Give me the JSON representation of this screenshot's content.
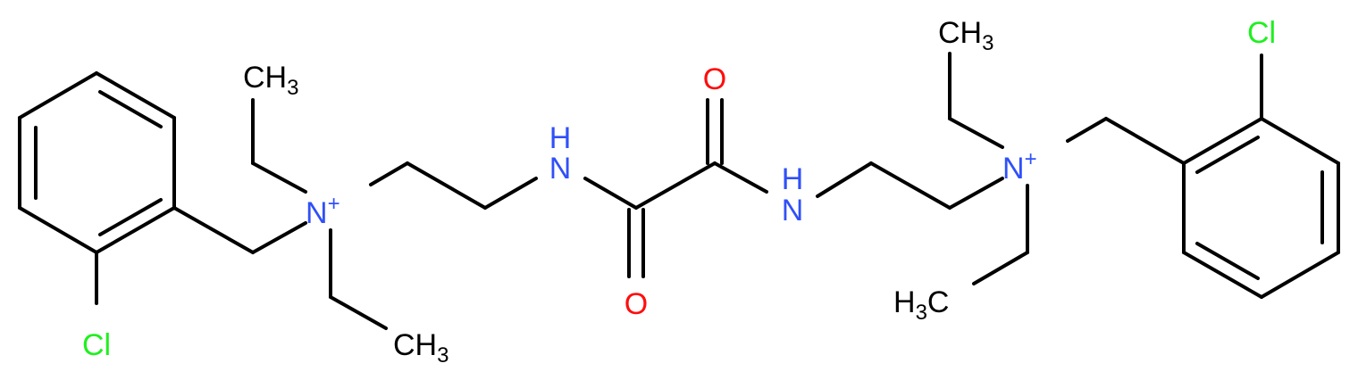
{
  "colors": {
    "bond": "#000000",
    "carbon": "#000000",
    "nitrogen": "#3050F8",
    "oxygen": "#FF0D0D",
    "chlorine": "#1FF01F"
  },
  "atoms": {
    "cl_left": "Cl",
    "ch3_left_top": {
      "main": "CH",
      "sub": "3"
    },
    "n_left": {
      "main": "N",
      "charge": "+"
    },
    "ch3_left_bottom": {
      "main": "CH",
      "sub": "3"
    },
    "nh_left": "HN",
    "o_top": "O",
    "o_bottom": "O",
    "nh_right": "HN",
    "ch3_right_top": {
      "main": "CH",
      "sub": "3"
    },
    "n_right": {
      "main": "N",
      "charge": "+"
    },
    "h3c_right_bottom": {
      "pre": "H",
      "sub": "3",
      "post": "C"
    },
    "cl_right": "Cl"
  }
}
